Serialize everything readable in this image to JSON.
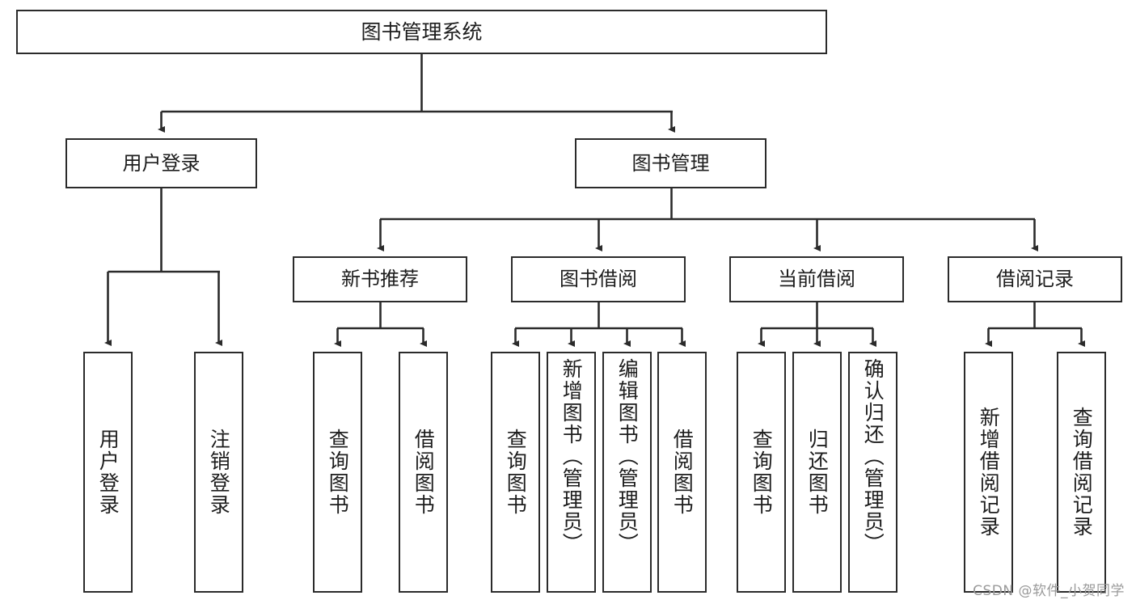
{
  "diagram": {
    "title": "图书管理系统",
    "type": "tree",
    "watermark": "CSDN @软件_小贺同学",
    "colors": {
      "background": "#ffffff",
      "box_border": "#2b2b2b",
      "box_fill": "#ffffff",
      "edge": "#2b2b2b",
      "text": "#1d1d1d",
      "watermark": "#9a9a9a"
    }
  },
  "nodes": {
    "root": {
      "label": "图书管理系统"
    },
    "level1": [
      {
        "label": "用户登录"
      },
      {
        "label": "图书管理"
      }
    ],
    "level2": [
      {
        "label": "新书推荐"
      },
      {
        "label": "图书借阅"
      },
      {
        "label": "当前借阅"
      },
      {
        "label": "借阅记录"
      }
    ],
    "leaves": {
      "user_login": [
        {
          "label": "用户登录"
        },
        {
          "label": "注销登录"
        }
      ],
      "new_book": [
        {
          "label": "查询图书"
        },
        {
          "label": "借阅图书"
        }
      ],
      "book_borrow": [
        {
          "label": "查询图书"
        },
        {
          "label": "新增图书（管理员）"
        },
        {
          "label": "编辑图书（管理员）"
        },
        {
          "label": "借阅图书"
        }
      ],
      "current_borrow": [
        {
          "label": "查询图书"
        },
        {
          "label": "归还图书"
        },
        {
          "label": "确认归还（管理员）"
        }
      ],
      "borrow_record": [
        {
          "label": "新增借阅记录"
        },
        {
          "label": "查询借阅记录"
        }
      ]
    }
  }
}
